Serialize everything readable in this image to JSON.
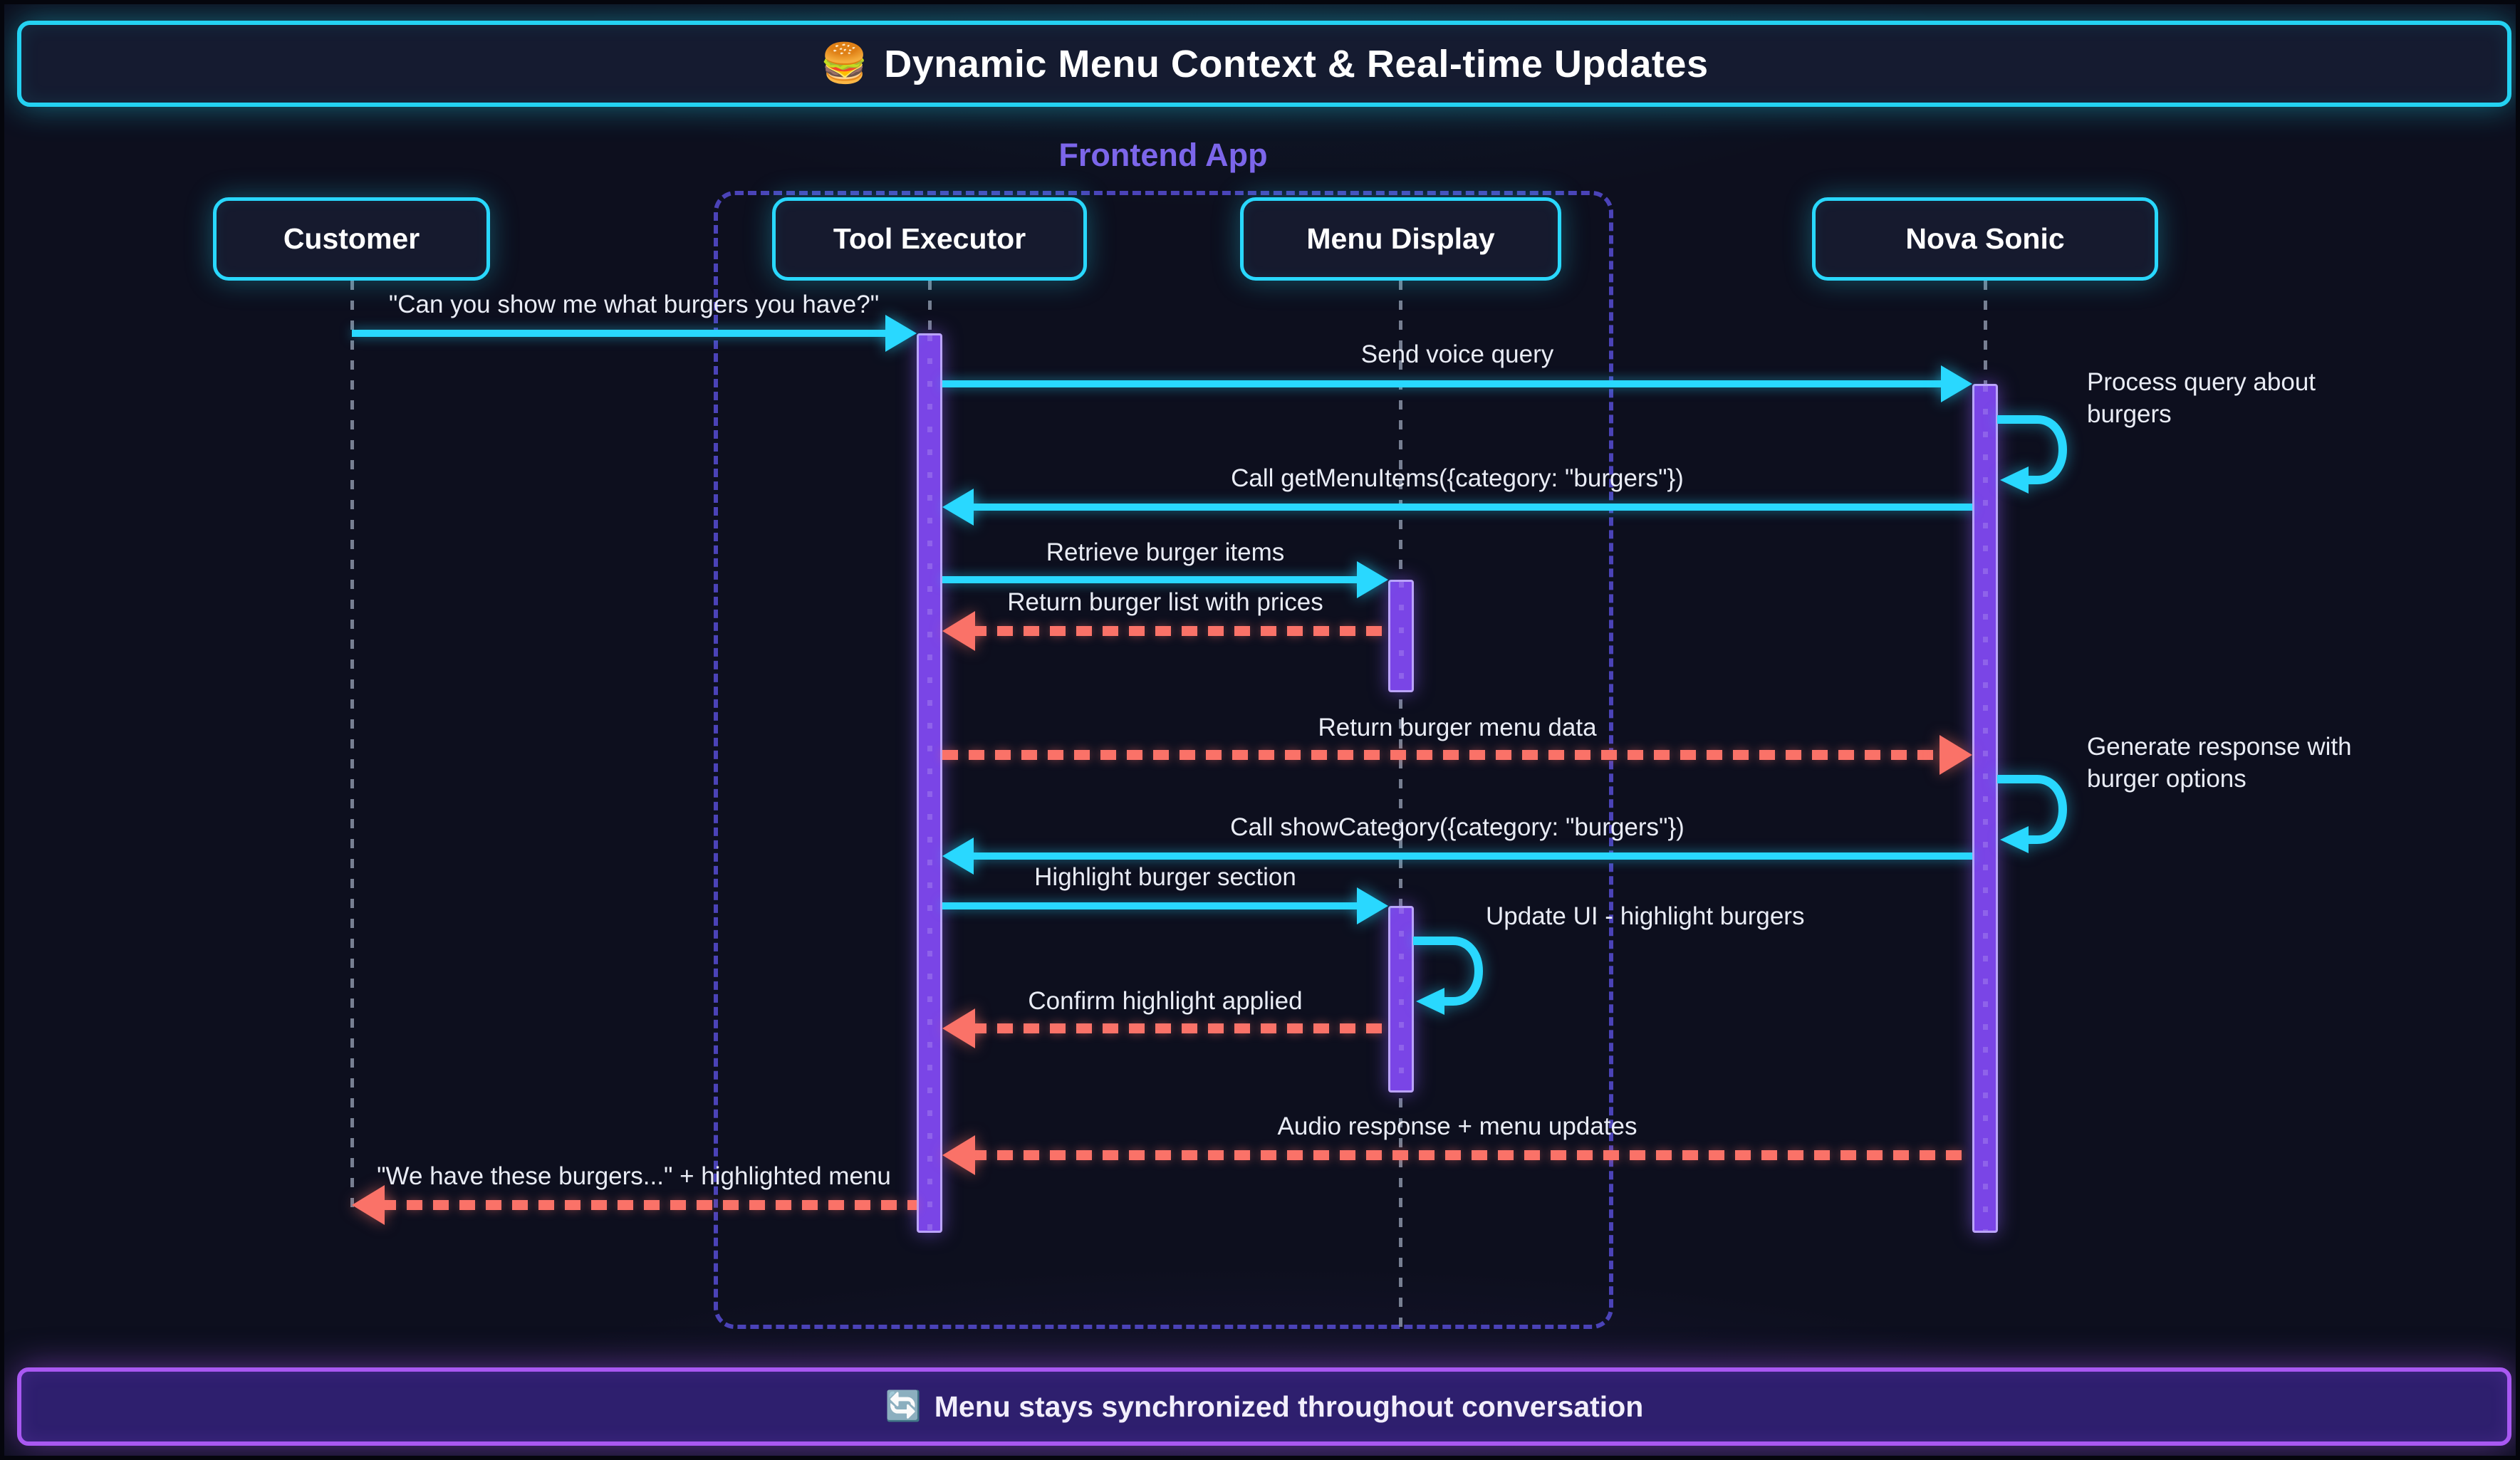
{
  "title": {
    "icon": "🍔",
    "text": "Dynamic Menu Context & Real-time Updates"
  },
  "group": {
    "label": "Frontend App"
  },
  "actors": [
    {
      "name": "Customer"
    },
    {
      "name": "Tool Executor"
    },
    {
      "name": "Menu Display"
    },
    {
      "name": "Nova Sonic"
    }
  ],
  "messages": [
    {
      "from": "Customer",
      "to": "Tool Executor",
      "type": "solid",
      "text": "\"Can you show me what burgers you have?\""
    },
    {
      "from": "Tool Executor",
      "to": "Nova Sonic",
      "type": "solid",
      "text": "Send voice query"
    },
    {
      "from": "Nova Sonic",
      "to": "Nova Sonic",
      "type": "self",
      "text": "Process query about burgers"
    },
    {
      "from": "Nova Sonic",
      "to": "Tool Executor",
      "type": "solid",
      "text": "Call getMenuItems({category: \"burgers\"})"
    },
    {
      "from": "Tool Executor",
      "to": "Menu Display",
      "type": "solid",
      "text": "Retrieve burger items"
    },
    {
      "from": "Menu Display",
      "to": "Tool Executor",
      "type": "dashed",
      "text": "Return burger list with prices"
    },
    {
      "from": "Tool Executor",
      "to": "Nova Sonic",
      "type": "dashed",
      "text": "Return burger menu data"
    },
    {
      "from": "Nova Sonic",
      "to": "Nova Sonic",
      "type": "self",
      "text": "Generate response with burger options"
    },
    {
      "from": "Nova Sonic",
      "to": "Tool Executor",
      "type": "solid",
      "text": "Call showCategory({category: \"burgers\"})"
    },
    {
      "from": "Tool Executor",
      "to": "Menu Display",
      "type": "solid",
      "text": "Highlight burger section"
    },
    {
      "from": "Menu Display",
      "to": "Menu Display",
      "type": "self",
      "text": "Update UI - highlight burgers"
    },
    {
      "from": "Menu Display",
      "to": "Tool Executor",
      "type": "dashed",
      "text": "Confirm highlight applied"
    },
    {
      "from": "Nova Sonic",
      "to": "Tool Executor",
      "type": "dashed",
      "text": "Audio response + menu updates"
    },
    {
      "from": "Tool Executor",
      "to": "Customer",
      "type": "dashed",
      "text": "\"We have these burgers...\" + highlighted menu"
    }
  ],
  "footer": {
    "icon": "🔄",
    "text": "Menu stays synchronized throughout conversation"
  },
  "colors": {
    "background": "#0d0f1e",
    "cyan_accent": "#29d8ff",
    "red_accent": "#fa7268",
    "activation_purple": "#7a45e6",
    "activation_border": "#bba4f9",
    "group_dashed": "#4b43b8",
    "group_label": "#7c66ea",
    "footer_fill": "#2e1f6e",
    "footer_border": "#a958f2",
    "actor_fill": "#161a2e",
    "text_light": "#e9ecf5"
  }
}
